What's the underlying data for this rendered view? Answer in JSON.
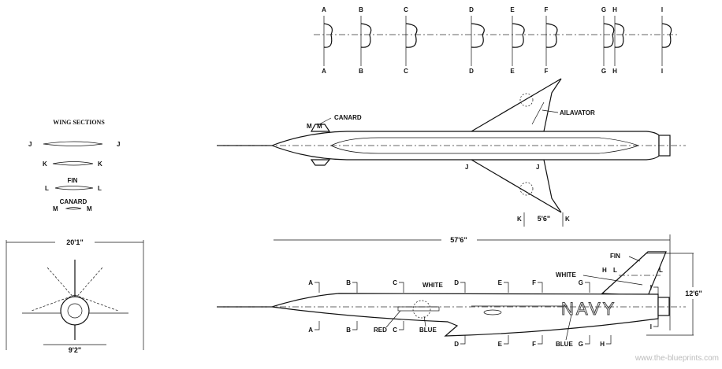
{
  "wing_sections": {
    "title": "WING SECTIONS",
    "j": "J",
    "k": "K",
    "fin": "FIN",
    "l": "L",
    "canard": "CANARD",
    "m": "M"
  },
  "fuselage_sections": [
    "A",
    "B",
    "C",
    "D",
    "E",
    "F",
    "G",
    "H",
    "I"
  ],
  "plan_view": {
    "canard": "CANARD",
    "m": "M",
    "ailavator": "AILAVATOR",
    "j": "J",
    "k": "K",
    "span_dim": "5'6\""
  },
  "front_view": {
    "span": "20'1\"",
    "tail_span": "9'2\""
  },
  "side_view": {
    "length": "57'6\"",
    "height": "12'6\"",
    "fin": "FIN",
    "white": "WHITE",
    "red": "RED",
    "blue": "BLUE",
    "navy": "NAVY",
    "h": "H",
    "l": "L",
    "i": "I"
  },
  "watermark": "www.the-blueprints.com"
}
